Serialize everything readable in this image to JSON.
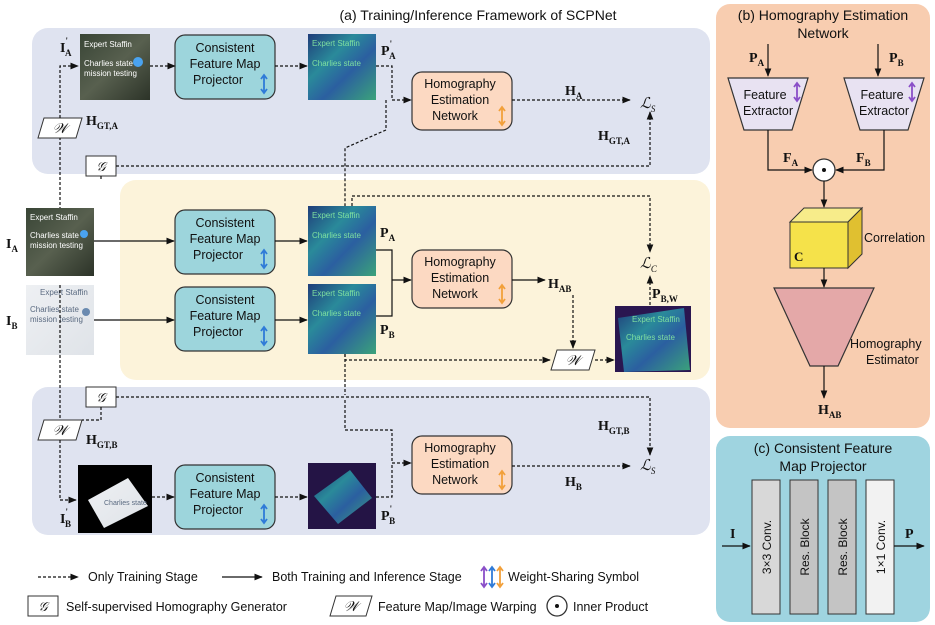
{
  "panel_a": {
    "title": "(a) Training/Inference Framework of SCPNet",
    "projector_line1": "Consistent",
    "projector_line2": "Feature Map",
    "projector_line3": "Projector",
    "hen_line1": "Homography",
    "hen_line2": "Estimation",
    "hen_line3": "Network",
    "generator_symbol": "𝒢",
    "warp_symbol": "𝒲",
    "img_text_top": "Expert Staffin",
    "img_text_mid": "Charlies state",
    "img_text_bot": "mission testing",
    "labels": {
      "I_A": "I",
      "I_A_sub": "A",
      "I_B": "I",
      "I_B_sub": "B",
      "Ip_A": "I",
      "Ip_A_sub": "A",
      "Ip_A_prime": "'",
      "Ip_B": "I",
      "Ip_B_sub": "B",
      "Ip_B_prime": "'",
      "P_A": "P",
      "P_A_sub": "A",
      "P_B": "P",
      "P_B_sub": "B",
      "Pp_A": "P",
      "Pp_A_sub": "A",
      "Pp_A_prime": "'",
      "Pp_B": "P",
      "Pp_B_sub": "B",
      "Pp_B_prime": "'",
      "H_A": "H",
      "H_A_sub": "A",
      "H_B": "H",
      "H_B_sub": "B",
      "H_AB": "H",
      "H_AB_sub": "AB",
      "H_GTA": "H",
      "H_GTA_sub": "GT,A",
      "H_GTB": "H",
      "H_GTB_sub": "GT,B",
      "P_BW": "P",
      "P_BW_sub": "B,W",
      "L_S": "ℒ",
      "L_S_sub": "S",
      "L_C": "ℒ",
      "L_C_sub": "C"
    }
  },
  "panel_b": {
    "title_line1": "(b) Homography Estimation",
    "title_line2": "Network",
    "feature_line1": "Feature",
    "feature_line2": "Extractor",
    "correlation": "Correlation",
    "corr_symbol": "C",
    "estimator_line1": "Homography",
    "estimator_line2": "Estimator",
    "P": "P",
    "P_A_sub": "A",
    "P_B_sub": "B",
    "F": "F",
    "F_A_sub": "A",
    "F_B_sub": "B",
    "H": "H",
    "H_AB_sub": "AB"
  },
  "panel_c": {
    "title_line1": "(c) Consistent Feature",
    "title_line2": "Map Projector",
    "conv3": "3×3 Conv.",
    "res1": "Res. Block",
    "res2": "Res. Block",
    "conv1": "1×1 Conv.",
    "input": "I",
    "output": "P"
  },
  "legend": {
    "dashed": "Only Training Stage",
    "solid": "Both Training and Inference Stage",
    "weight": "Weight-Sharing Symbol",
    "generator": "Self-supervised Homography Generator",
    "warping": "Feature Map/Image Warping",
    "inner": "Inner Product"
  },
  "colors": {
    "top_band": "#dfe3f0",
    "mid_band": "#fcf3da",
    "panel_b": "#f8cdb0",
    "panel_c": "#9fd4e0",
    "projector": "#9dd5dc",
    "hen": "#fcd9c2",
    "feature": "#e8e2f2",
    "estimator": "#e4a8a8",
    "corr_front": "#f5e24a",
    "arrow_blue": "#2f7bd8",
    "arrow_orange": "#f2a03a",
    "arrow_purple": "#8a4fc8"
  }
}
